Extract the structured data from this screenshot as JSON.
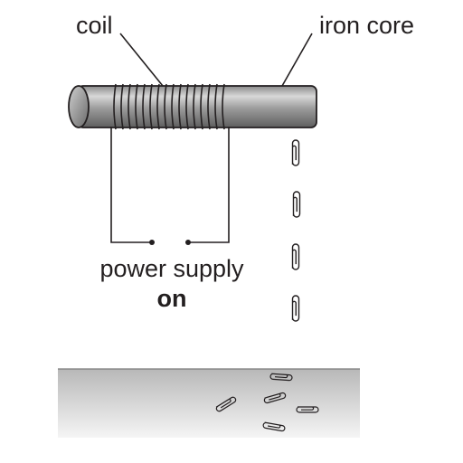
{
  "labels": {
    "coil": "coil",
    "iron_core": "iron core",
    "power_supply": "power supply",
    "state": "on"
  },
  "colors": {
    "outline": "#231f20",
    "core_dark": "#6f6f6f",
    "core_light": "#d6d6d6",
    "table_top": "#bdbdbd",
    "table_bottom": "#f4f4f4"
  },
  "icons": {
    "paperclip": "paperclip-icon",
    "electromagnet": "electromagnet-icon",
    "table": "table-surface"
  }
}
